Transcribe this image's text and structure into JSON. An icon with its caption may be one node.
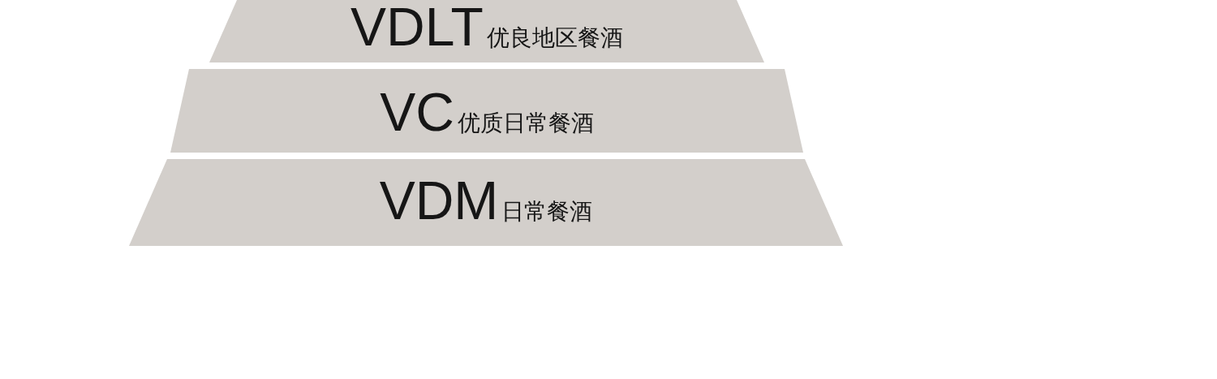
{
  "diagram": {
    "nodes": [
      {
        "text": [
          "VDLT",
          "优良地区餐酒"
        ]
      },
      {
        "text": [
          "VC",
          "优质日常餐酒"
        ]
      },
      {
        "text": [
          "VDM",
          "日常餐酒"
        ]
      }
    ]
  }
}
